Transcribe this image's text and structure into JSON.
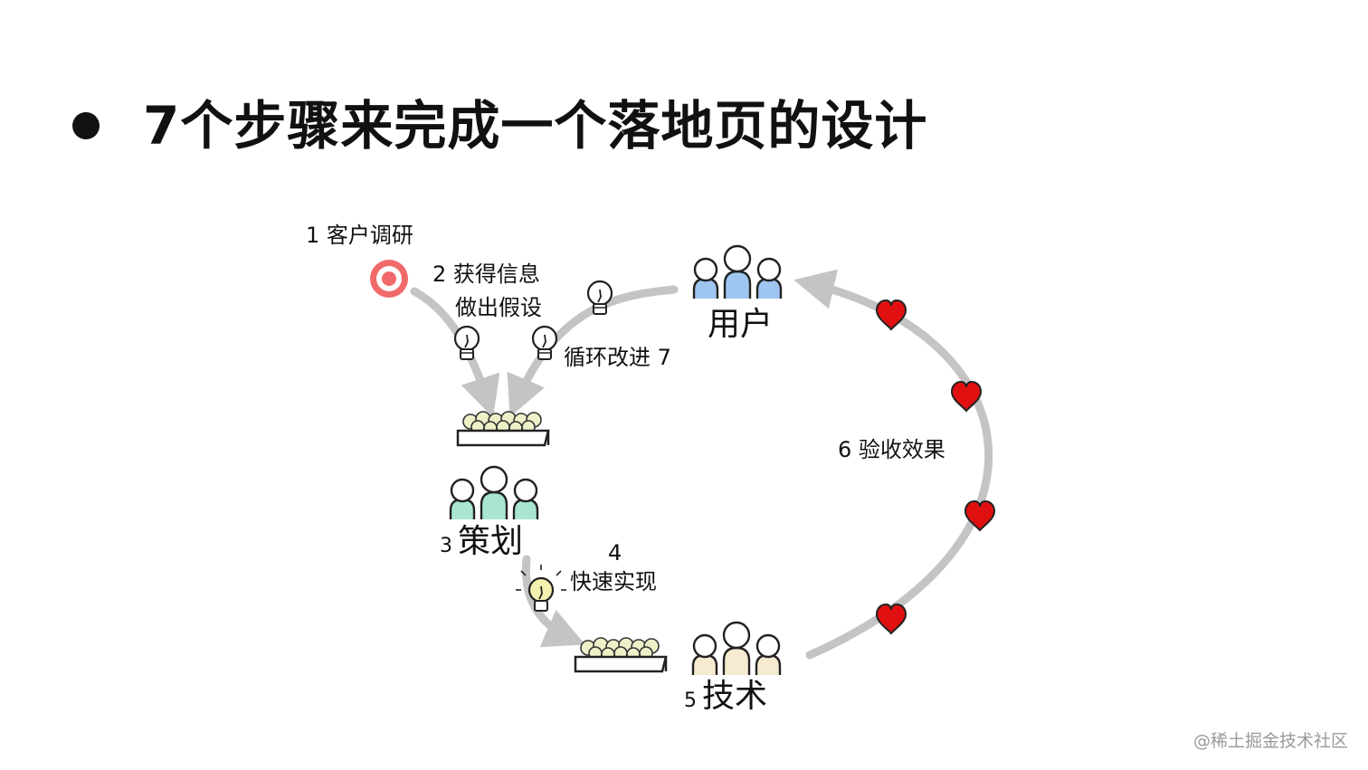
{
  "title": "7个步骤来完成一个落地页的设计",
  "steps": {
    "s1": "1 客户调研",
    "s2_line1": "2 获得信息",
    "s2_line2": "做出假设",
    "s3_num": "3",
    "s3_label": "策划",
    "s4_num": "4",
    "s4_label": "快速实现",
    "s5_num": "5",
    "s5_label": "技术",
    "s6": "6  验收效果",
    "s7": "循环改进 7",
    "users": "用户"
  },
  "watermark": "@稀土掘金技术社区",
  "colors": {
    "arrow": "#c4c4c4",
    "target": "#f06a6a",
    "heart": "#e01010",
    "users_group": "#9fc6f0",
    "planning_group": "#a8e6cf",
    "tech_group": "#f6ead0",
    "bulb_lit": "#f4f1b0"
  }
}
